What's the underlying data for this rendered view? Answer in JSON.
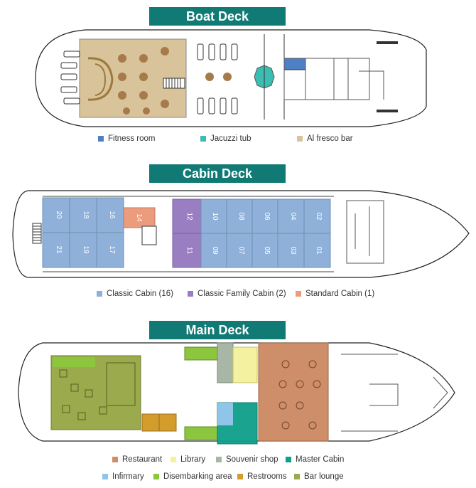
{
  "decks": [
    {
      "title": "Boat Deck",
      "legend": [
        {
          "label": "Fitness room",
          "color": "#4f7fc4"
        },
        {
          "label": "Jacuzzi tub",
          "color": "#3bbdb2"
        },
        {
          "label": "Al fresco bar",
          "color": "#d9c39a"
        }
      ]
    },
    {
      "title": "Cabin Deck",
      "cabins": [
        "20",
        "18",
        "16",
        "14",
        "12",
        "10",
        "08",
        "06",
        "04",
        "02",
        "21",
        "19",
        "17",
        "11",
        "09",
        "07",
        "05",
        "03",
        "01"
      ],
      "legend": [
        {
          "label": "Classic Cabin (16)",
          "color": "#8fb0d8"
        },
        {
          "label": "Classic Family Cabin (2)",
          "color": "#9a7ec2"
        },
        {
          "label": "Standard Cabin (1)",
          "color": "#ec9c7d"
        }
      ]
    },
    {
      "title": "Main Deck",
      "legend_row1": [
        {
          "label": "Restaurant",
          "color": "#cf8e6a"
        },
        {
          "label": "Library",
          "color": "#f4f2a0"
        },
        {
          "label": "Souvenir shop",
          "color": "#a8b6a5"
        },
        {
          "label": "Master Cabin",
          "color": "#0ea08a"
        }
      ],
      "legend_row2": [
        {
          "label": "Infirmary",
          "color": "#8ec5e8"
        },
        {
          "label": "Disembarking area",
          "color": "#8cc63f"
        },
        {
          "label": "Restrooms",
          "color": "#d39c2c"
        },
        {
          "label": "Bar lounge",
          "color": "#9aaa4c"
        }
      ]
    }
  ]
}
